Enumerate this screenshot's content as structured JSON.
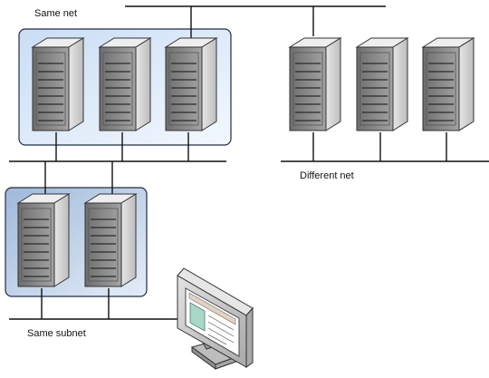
{
  "labels": {
    "same_net": "Same net",
    "different_net": "Different net",
    "same_subnet": "Same subnet"
  },
  "groups": [
    {
      "id": "same-net",
      "server_count": 3,
      "highlighted": true
    },
    {
      "id": "different-net",
      "server_count": 3,
      "highlighted": false
    },
    {
      "id": "same-subnet",
      "server_count": 2,
      "highlighted": true
    }
  ],
  "client": {
    "type": "workstation-monitor"
  },
  "colors": {
    "line": "#111111",
    "net_box_fill": "#dcebfb",
    "net_box_border": "#1f2d4a",
    "subnet_box_fill": "#b5cbe4",
    "server_front": "#8e8e8e",
    "server_side": "#d4d4d4",
    "server_top": "#eeeeee",
    "monitor_body": "#c9c9c9",
    "screen_panel": "#a9d8c9",
    "screen_header": "#e3d2c2"
  }
}
